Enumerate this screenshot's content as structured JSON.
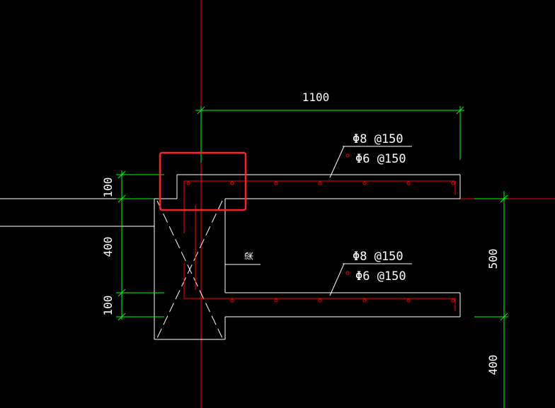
{
  "colors": {
    "background": "#000000",
    "outline": "#ffffff",
    "dimension": "#00ff00",
    "rebar": "#ff0000",
    "axis": "#ff0000",
    "highlight": "#ff2020"
  },
  "dimensions": {
    "top_span": "1100",
    "left_top": "100",
    "left_middle": "400",
    "left_bottom": "100",
    "right_upper": "500",
    "right_lower": "400"
  },
  "annotations": {
    "top_slab": {
      "main_bar": "Φ8 @150",
      "dist_bar": "Φ6 @150"
    },
    "bottom_slab": {
      "main_bar": "Φ8 @150",
      "dist_bar": "Φ6 @150"
    },
    "beam_label": "梁"
  },
  "icons": {
    "column_cross": "x-cross-icon",
    "highlight_box": "selection-box-icon"
  }
}
